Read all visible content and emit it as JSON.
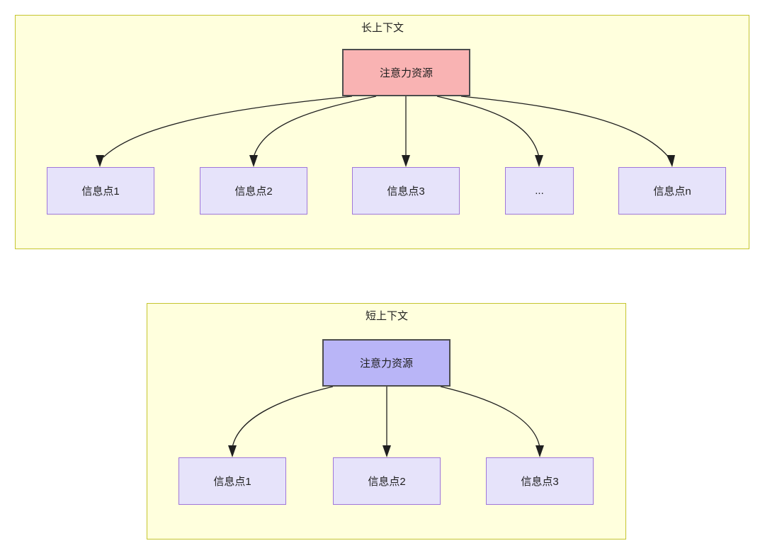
{
  "diagram": {
    "title_hidden": "",
    "colors": {
      "group_fill": "#FFFFDD",
      "group_border": "#C5C52F",
      "root_long_fill": "#F9B3B3",
      "root_short_fill": "#B9B5F7",
      "root_border": "#4D4D4D",
      "leaf_fill": "#E6E3FA",
      "leaf_border": "#9F76DA",
      "edge_color": "#1f1f1f",
      "text_color": "#1f1f1f"
    },
    "groups": [
      {
        "id": "long-context",
        "label": "长上下文",
        "root": {
          "label": "注意力资源"
        },
        "leaves": [
          {
            "label": "信息点1"
          },
          {
            "label": "信息点2"
          },
          {
            "label": "信息点3"
          },
          {
            "label": "..."
          },
          {
            "label": "信息点n"
          }
        ]
      },
      {
        "id": "short-context",
        "label": "短上下文",
        "root": {
          "label": "注意力资源"
        },
        "leaves": [
          {
            "label": "信息点1"
          },
          {
            "label": "信息点2"
          },
          {
            "label": "信息点3"
          }
        ]
      }
    ]
  }
}
